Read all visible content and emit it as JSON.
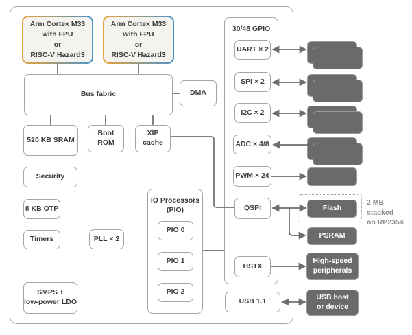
{
  "colors": {
    "box_border": "#a5a5a5",
    "wire": "#6e6e6e",
    "dark_fill": "#6a6a6a",
    "cpu_gradient_start": "#e7a33c",
    "cpu_gradient_end": "#4a92c6",
    "text": "#3d3d3d",
    "note_text": "#8d8d8d"
  },
  "blocks": {
    "cpu0": {
      "label": "Arm Cortex M33\nwith FPU\nor\nRISC-V Hazard3"
    },
    "cpu1": {
      "label": "Arm Cortex M33\nwith FPU\nor\nRISC-V Hazard3"
    },
    "bus_fabric": {
      "label": "Bus fabric"
    },
    "dma": {
      "label": "DMA"
    },
    "sram": {
      "label": "520 KB SRAM"
    },
    "boot_rom": {
      "label": "Boot\nROM"
    },
    "xip_cache": {
      "label": "XIP\ncache"
    },
    "security": {
      "label": "Security"
    },
    "otp": {
      "label": "8 KB OTP"
    },
    "timers": {
      "label": "Timers"
    },
    "pll": {
      "label": "PLL × 2"
    },
    "smps": {
      "label": "SMPS +\nlow-power LDO"
    },
    "pio_group": {
      "label": "IO Processors\n(PIO)"
    },
    "pio0": {
      "label": "PIO 0"
    },
    "pio1": {
      "label": "PIO 1"
    },
    "pio2": {
      "label": "PIO 2"
    },
    "gpio_group": {
      "label": "30/48 GPIO"
    },
    "uart": {
      "label": "UART × 2"
    },
    "spi": {
      "label": "SPI × 2"
    },
    "i2c": {
      "label": "I2C × 2"
    },
    "adc": {
      "label": "ADC × 4/8"
    },
    "pwm": {
      "label": "PWM × 24"
    },
    "qspi": {
      "label": "QSPI"
    },
    "hstx": {
      "label": "HSTX"
    },
    "usb": {
      "label": "USB 1.1"
    },
    "flash": {
      "label": "Flash"
    },
    "psram": {
      "label": "PSRAM"
    },
    "hs_periph": {
      "label": "High-speed\nperipherals"
    },
    "usb_host": {
      "label": "USB host\nor device"
    }
  },
  "annotations": {
    "flash_note": "2 MB stacked\non RP2354"
  }
}
